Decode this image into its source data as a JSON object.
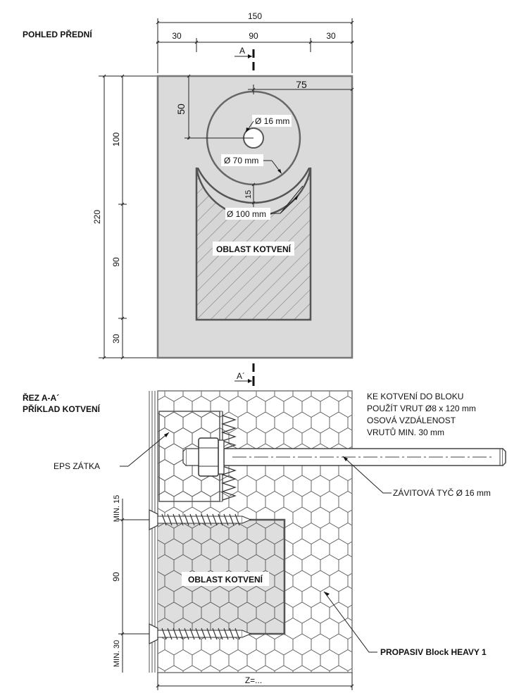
{
  "front_view": {
    "title": "POHLED PŘEDNÍ",
    "dim_total_width": "150",
    "dim_left": "30",
    "dim_middle": "90",
    "dim_right": "30",
    "dim_75": "75",
    "dim_50": "50",
    "dim_height": "220",
    "dim_100": "100",
    "dim_90": "90",
    "dim_30": "30",
    "dim_15": "15",
    "hole_small": "Ø 16 mm",
    "hole_mid": "Ø 70 mm",
    "hole_large": "Ø 100 mm",
    "zone_label": "OBLAST KOTVENÍ",
    "section_mark_top": "A",
    "section_mark_bottom": "A´"
  },
  "section_view": {
    "title_line1": "ŘEZ A-A´",
    "title_line2": "PŘÍKLAD KOTVENÍ",
    "eps_label": "EPS ZÁTKA",
    "note_line1": "KE KOTVENÍ DO BLOKU",
    "note_line2": "POUŽÍT VRUT Ø8 x 120 mm",
    "note_line3": "OSOVÁ VZDÁLENOST",
    "note_line4": "VRUTŮ MIN. 30 mm",
    "rod_label": "ZÁVITOVÁ TYČ Ø 16 mm",
    "zone_label": "OBLAST KOTVENÍ",
    "block_label": "PROPASIV Block HEAVY 1",
    "dim_min15": "MIN. 15",
    "dim_90": "90",
    "dim_min30": "MIN. 30",
    "dim_z": "Z=..."
  }
}
